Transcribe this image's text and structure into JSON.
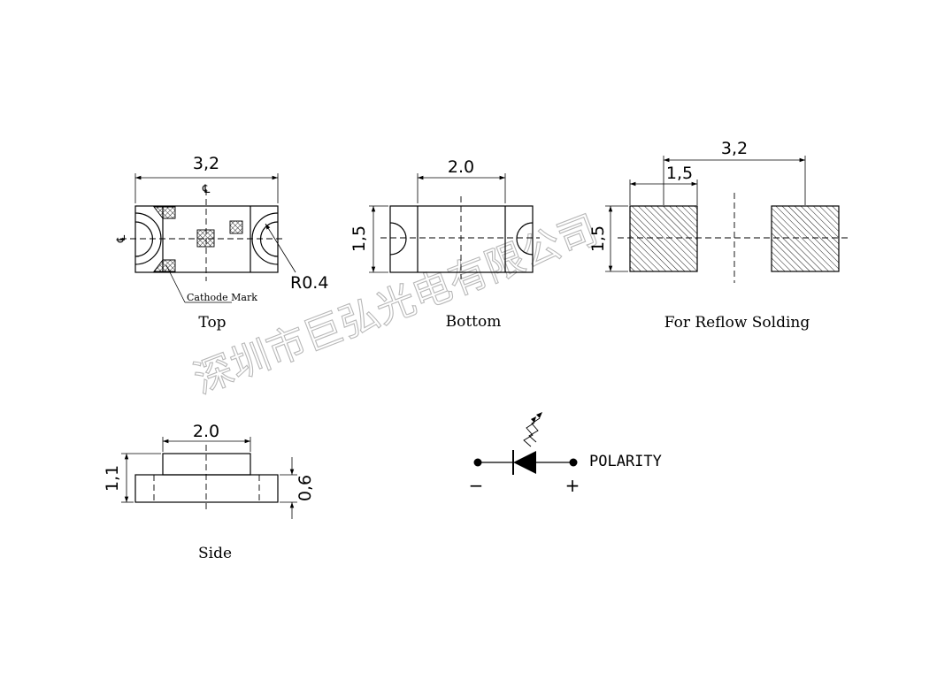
{
  "views": {
    "top": {
      "label": "Top",
      "width_dim": "3,2",
      "radius_dim": "R0.4",
      "cathode_label": "Cathode Mark",
      "centerline_symbol": "℄"
    },
    "bottom": {
      "label": "Bottom",
      "width_dim": "2.0",
      "height_dim": "1,5"
    },
    "reflow": {
      "label": "For Reflow Solding",
      "total_dim": "3,2",
      "pad_dim": "1,5",
      "height_dim": "1,5"
    },
    "side": {
      "label": "Side",
      "width_dim": "2.0",
      "height_dim": "1,1",
      "base_dim": "0,6"
    }
  },
  "polarity": {
    "label": "POLARITY",
    "minus": "−",
    "plus": "+"
  },
  "watermark": "深圳市巨弘光电有限公司"
}
